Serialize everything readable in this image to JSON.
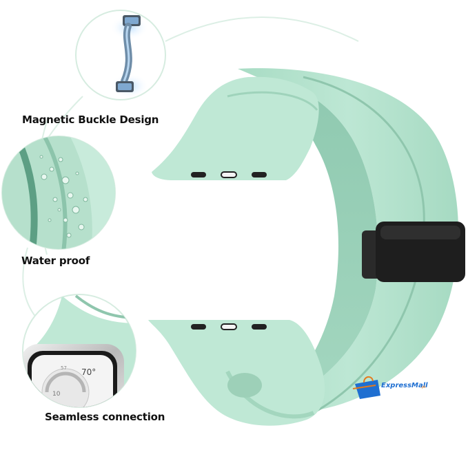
{
  "features": [
    {
      "label": "Magnetic Buckle Design",
      "icon": "magnetic-buckle-icon"
    },
    {
      "label": "Water proof",
      "icon": "water-drops-icon"
    },
    {
      "label": "Seamless connection",
      "icon": "watch-connection-icon"
    }
  ],
  "watch_face": {
    "temperature": "70°",
    "dial_numbers": [
      "57",
      "10"
    ]
  },
  "brand": {
    "name": "ExpressMall",
    "suffix": ".pk"
  },
  "colors": {
    "band": "#b8e4d0",
    "band_shadow": "#93ccb4",
    "buckle": "#1e1e1e",
    "outline": "#cde8da",
    "brand_blue": "#1f6fd1",
    "brand_orange": "#e57a1c"
  }
}
